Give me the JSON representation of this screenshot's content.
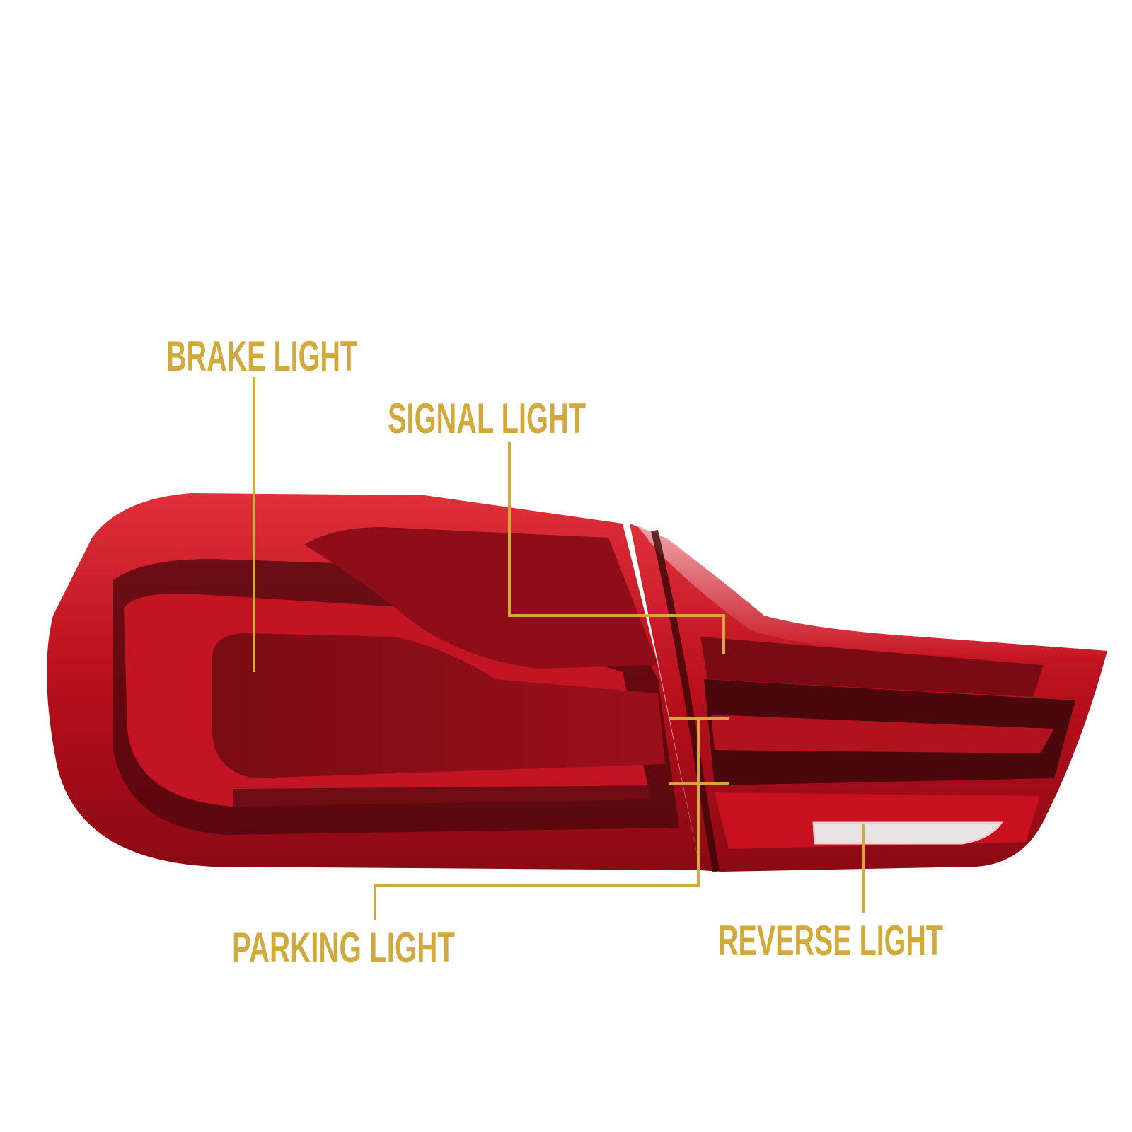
{
  "colors": {
    "label": "#d2a93b",
    "lens_red": "#c8101e",
    "lens_dark": "#5a0a10",
    "reverse_lens": "#e8e4e6"
  },
  "labels": {
    "brake": "BRAKE LIGHT",
    "signal": "SIGNAL LIGHT",
    "parking": "PARKING LIGHT",
    "reverse": "REVERSE LIGHT"
  }
}
